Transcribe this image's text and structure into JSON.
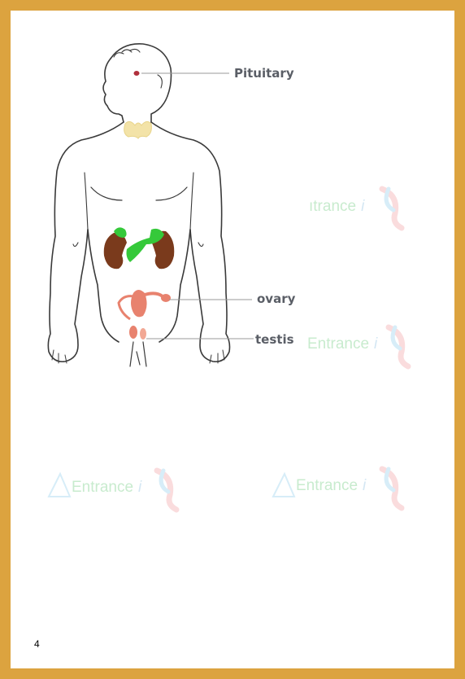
{
  "labels": {
    "pituitary": "Pituitary",
    "ovary": "ovary",
    "testis": "testis"
  },
  "watermark": {
    "text": "Entrance",
    "partial_text": "ıtrance",
    "suffix": "i"
  },
  "page_number": "4",
  "colors": {
    "frame": "#dca33f",
    "outline": "#3a3a3a",
    "pituitary": "#b0303c",
    "thyroid": "#f3e3a8",
    "kidney": "#7a3a1c",
    "pancreas": "#35c93a",
    "reproductive": "#e8826e",
    "leader_line": "#9a9a9a",
    "label_text": "#5a5e66"
  }
}
